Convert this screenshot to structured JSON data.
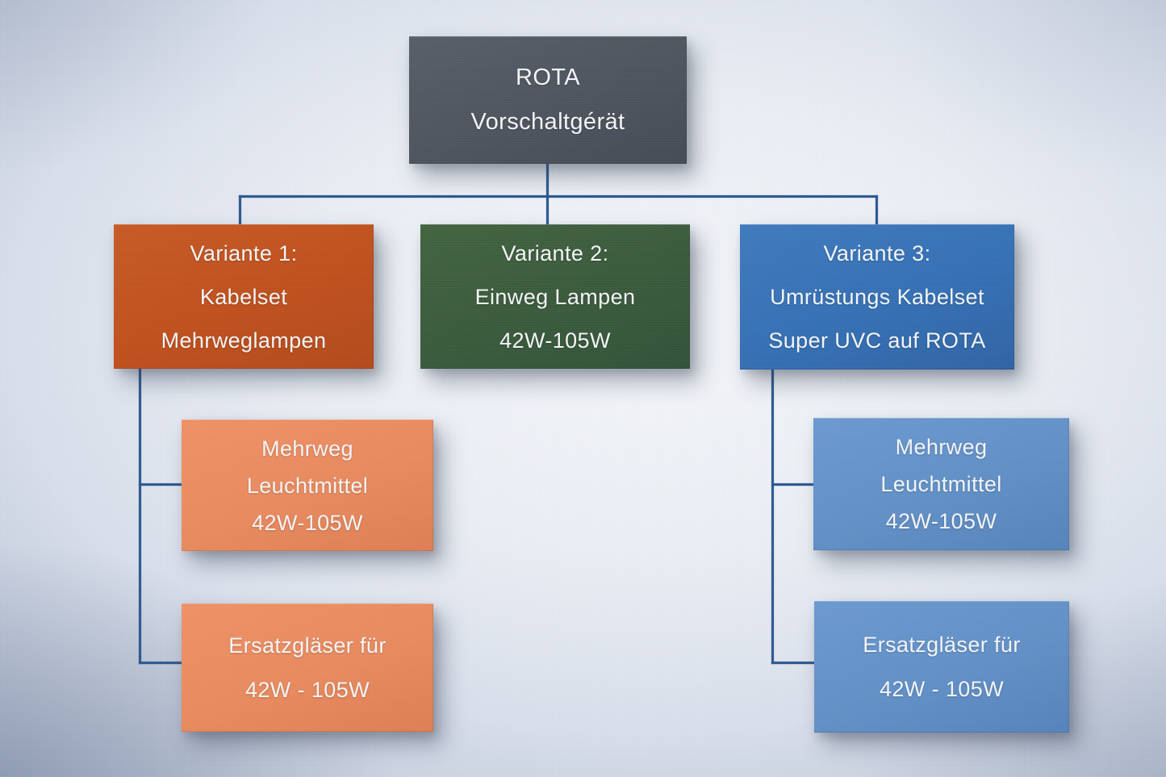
{
  "diagram": {
    "root": {
      "lines": [
        "ROTA",
        "Vorschaltgérät"
      ],
      "color": "#4f555f"
    },
    "variants": [
      {
        "lines": [
          "Variante 1:",
          "Kabelset",
          "Mehrweglampen"
        ],
        "color": "#bf501d",
        "children": [
          {
            "lines": [
              "Mehrweg",
              "Leuchtmittel",
              "42W-105W"
            ],
            "color": "#e88a5e"
          },
          {
            "lines": [
              "Ersatzgläser für",
              "42W - 105W"
            ],
            "color": "#e88a5e"
          }
        ]
      },
      {
        "lines": [
          "Variante 2:",
          "Einweg Lampen",
          "42W-105W"
        ],
        "color": "#3a5a3c",
        "children": []
      },
      {
        "lines": [
          "Variante 3:",
          "Umrüstungs Kabelset",
          "Super UVC auf ROTA"
        ],
        "color": "#3570b4",
        "children": [
          {
            "lines": [
              "Mehrweg",
              "Leuchtmittel",
              "42W-105W"
            ],
            "color": "#6190c6"
          },
          {
            "lines": [
              "Ersatzgläser für",
              "42W - 105W"
            ],
            "color": "#6190c6"
          }
        ]
      }
    ],
    "connector_color": "#2d5a92",
    "text_color": "#f4f5f7"
  }
}
